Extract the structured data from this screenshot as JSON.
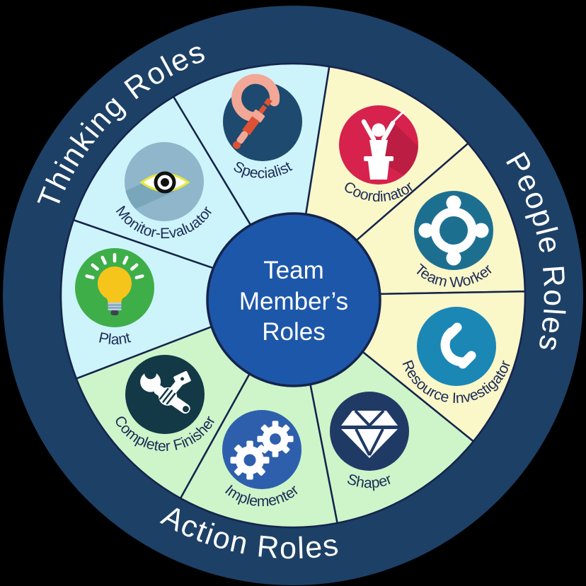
{
  "diagram_title": "Team Member's Roles",
  "background_color": "#000000",
  "outer_ring": {
    "color": "#1d4066",
    "text_color": "#ffffff"
  },
  "hub": {
    "color": "#1d57a9",
    "text_color": "#ffffff",
    "lines": [
      "Team",
      "Member’s",
      "Roles"
    ]
  },
  "divider_color": "#15244c",
  "role_label_color": "#1c2b56",
  "groups": [
    {
      "label": "Thinking Roles",
      "sector_color": "#cdf4fa",
      "roles": [
        "Specialist",
        "Monitor-Evaluator",
        "Plant"
      ]
    },
    {
      "label": "People Roles",
      "sector_color": "#faf7c9",
      "roles": [
        "Coordinator",
        "Team Worker",
        "Resource Investigator"
      ]
    },
    {
      "label": "Action Roles",
      "sector_color": "#cdf5c9",
      "roles": [
        "Shaper",
        "Implementer",
        "Completer Finisher"
      ]
    }
  ],
  "roles": {
    "specialist": {
      "label": "Specialist",
      "icon": "micrometer-icon",
      "icon_bg": "#1d4a6e",
      "icon_colors": [
        "#f2a797",
        "#dd5233"
      ]
    },
    "monitor_evaluator": {
      "label": "Monitor-Evaluator",
      "icon": "eye-icon",
      "icon_bg": "#8fb6ca",
      "icon_colors": [
        "#ffffff",
        "#e6e838",
        "#111111",
        "#7aa6bb"
      ]
    },
    "plant": {
      "label": "Plant",
      "icon": "lightbulb-icon",
      "icon_bg": "#3eae49",
      "icon_colors": [
        "#f6c51c",
        "#b9cfe2",
        "#3e4350",
        "#ffffff"
      ]
    },
    "coordinator": {
      "label": "Coordinator",
      "icon": "conductor-icon",
      "icon_bg": "#d6224c",
      "icon_colors": [
        "#ffffff"
      ]
    },
    "team_worker": {
      "label": "Team Worker",
      "icon": "people-ring-icon",
      "icon_bg": "#1d6f90",
      "icon_colors": [
        "#ffffff"
      ]
    },
    "resource_investigator": {
      "label": "Resource Investigator",
      "icon": "telephone-icon",
      "icon_bg": "#1a87b5",
      "icon_colors": [
        "#ffffff"
      ]
    },
    "shaper": {
      "label": "Shaper",
      "icon": "diamond-icon",
      "icon_bg": "#203a66",
      "icon_colors": [
        "#ffffff"
      ]
    },
    "implementer": {
      "label": "Implementer",
      "icon": "gears-icon",
      "icon_bg": "#2e5fad",
      "icon_colors": [
        "#ffffff"
      ]
    },
    "completer_finisher": {
      "label": "Completer Finisher",
      "icon": "wrench-hand-icon",
      "icon_bg": "#133846",
      "icon_colors": [
        "#ffffff"
      ]
    }
  }
}
